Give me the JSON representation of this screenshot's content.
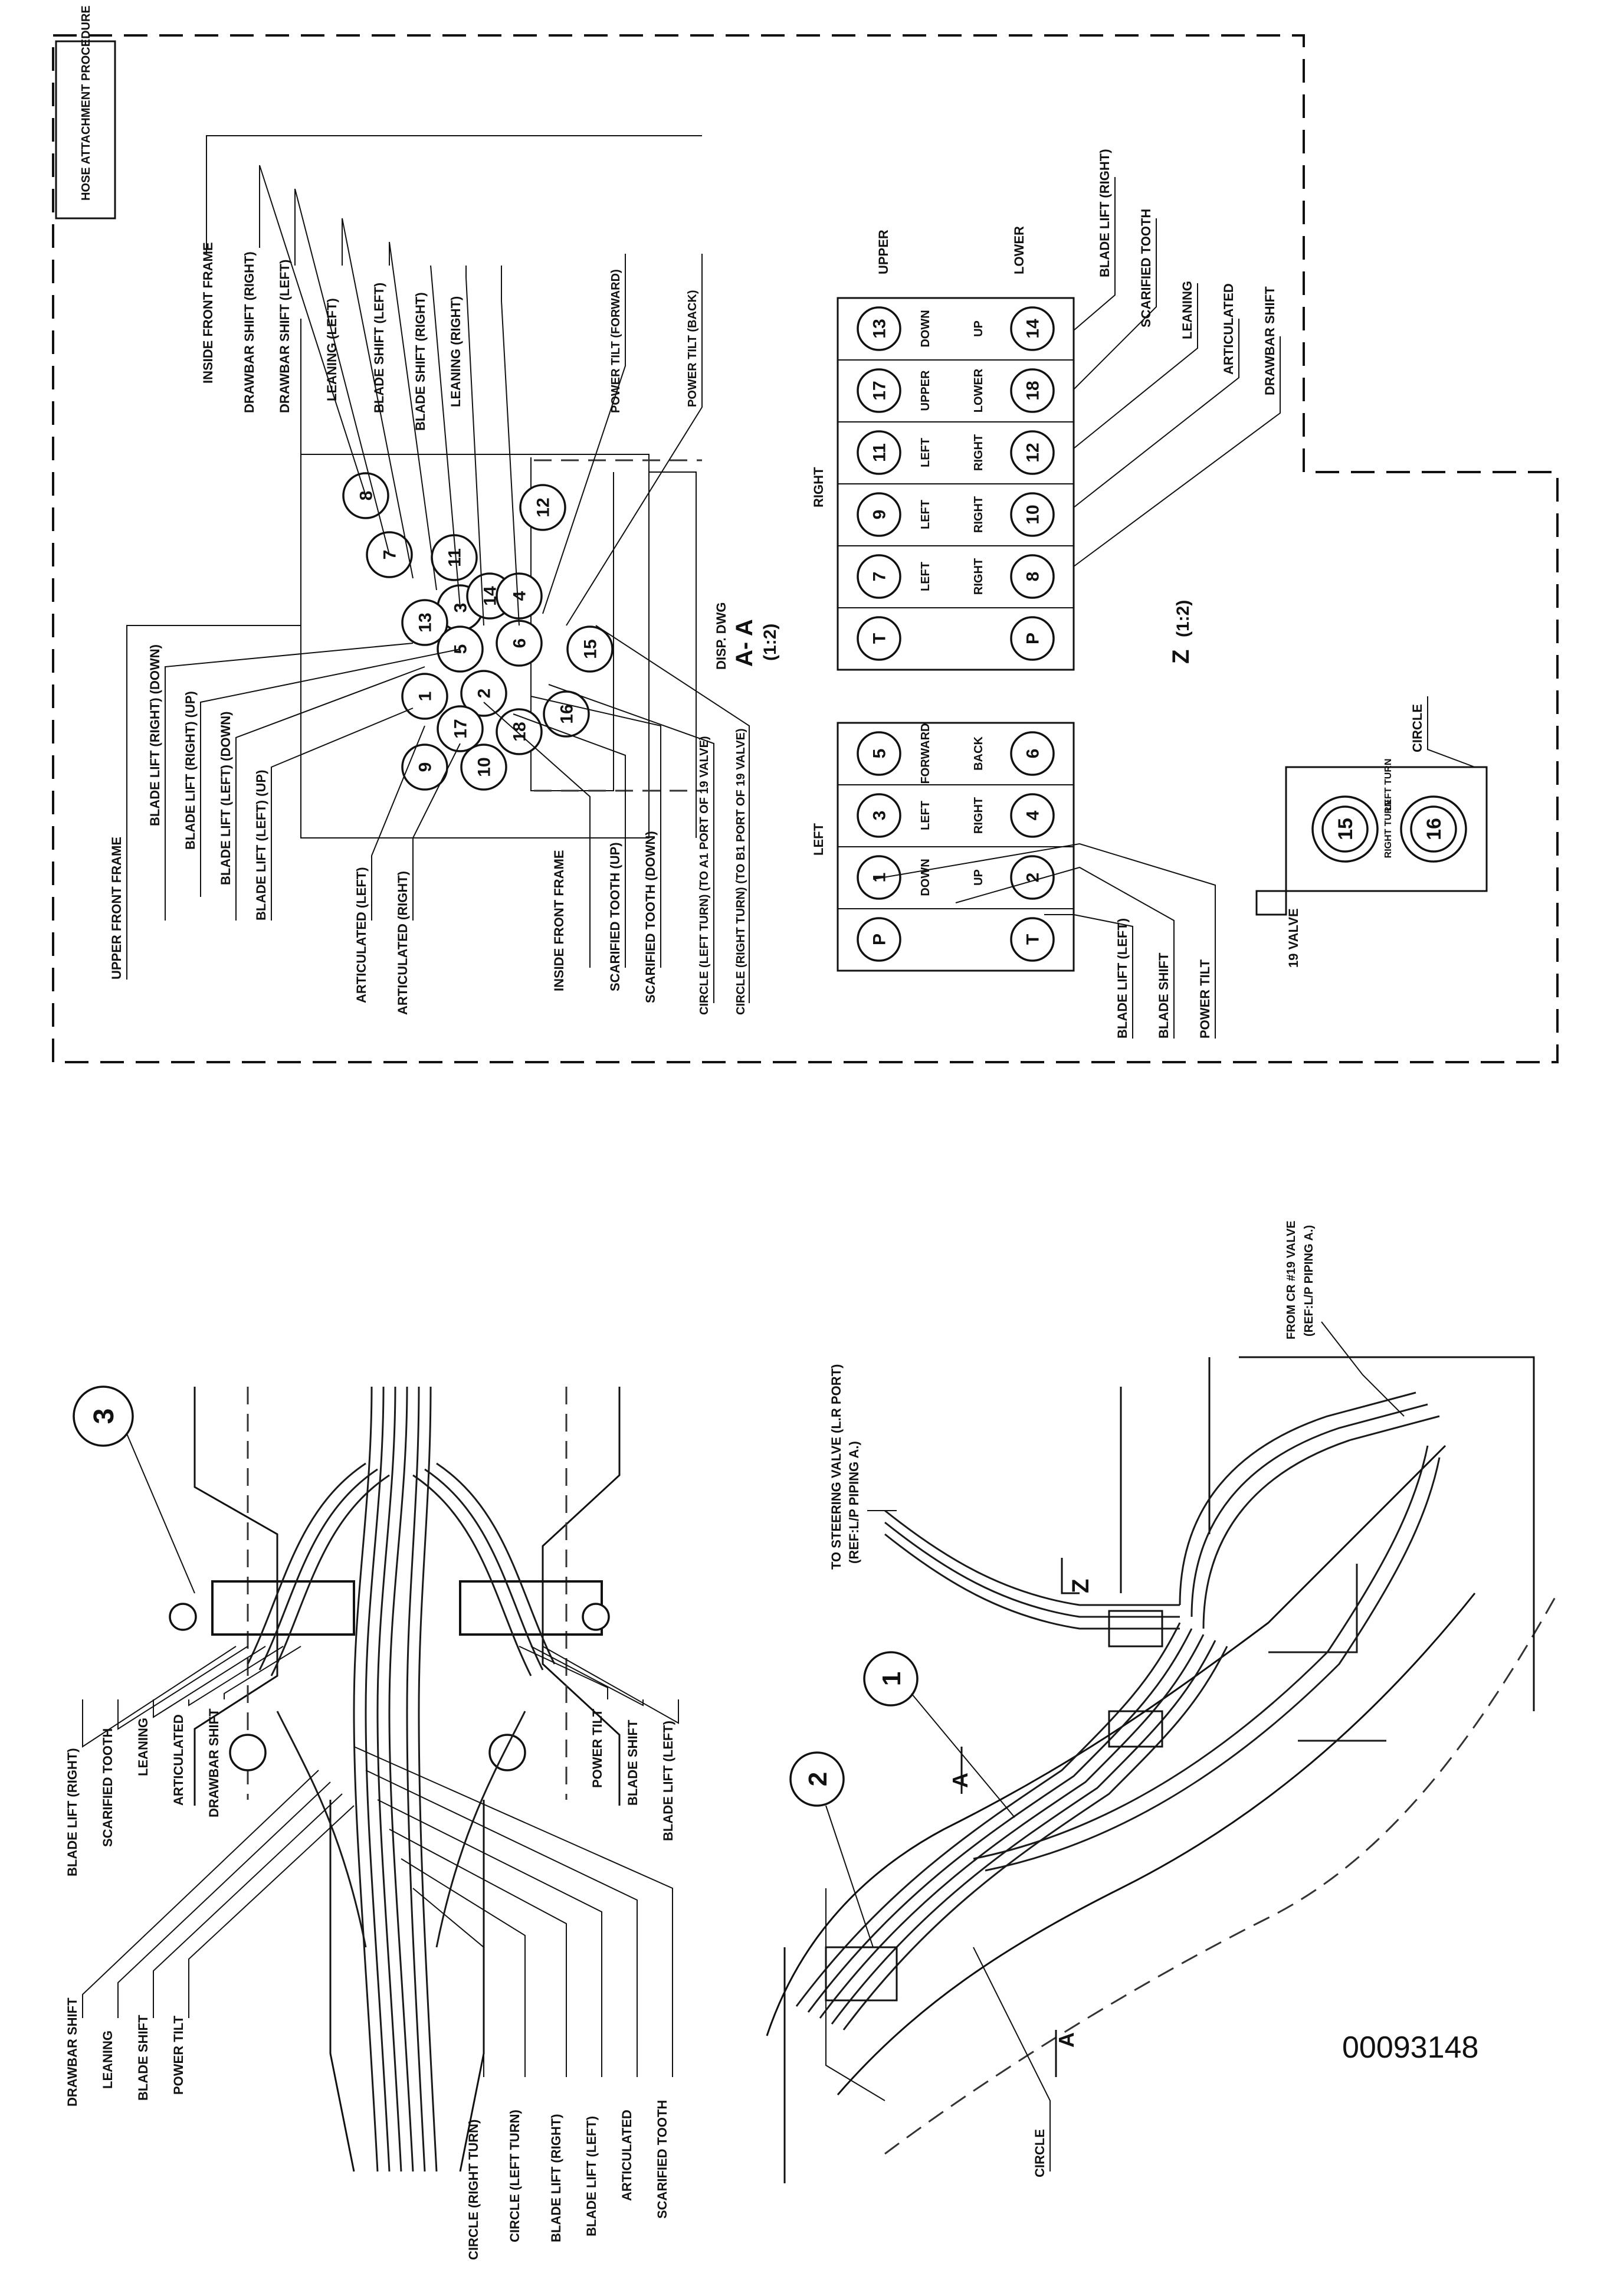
{
  "sheet": {
    "title_block": "HOSE ATTACHMENT PROCEDURE",
    "doc_id": "00093148"
  },
  "view_aa": {
    "caption": "A- A",
    "scale": "(1:2)",
    "disp_note": "DISP. DWG",
    "labels": {
      "upper_front_frame": "UPPER FRONT FRAME",
      "blade_lift_right_down": "BLADE LIFT (RIGHT) (DOWN)",
      "blade_lift_right_up": "BLADE LIFT (RIGHT) (UP)",
      "blade_lift_left_down": "BLADE LIFT (LEFT) (DOWN)",
      "blade_lift_left_up": "BLADE LIFT (LEFT) (UP)",
      "articulated_left": "ARTICULATED (LEFT)",
      "articulated_right": "ARTICULATED (RIGHT)",
      "inside_front_frame_1": "INSIDE FRONT FRAME",
      "scarified_tooth_up": "SCARIFIED TOOTH (UP)",
      "scarified_tooth_down": "SCARIFIED TOOTH (DOWN)",
      "circle_left_turn": "CIRCLE (LEFT TURN) (TO A1 PORT OF 19 VALVE)",
      "circle_right_turn": "CIRCLE (RIGHT TURN) (TO B1 PORT OF 19 VALVE)",
      "inside_front_frame_2": "INSIDE FRONT FRAME",
      "drawbar_shift_right": "DRAWBAR SHIFT (RIGHT)",
      "drawbar_shift_left": "DRAWBAR SHIFT (LEFT)",
      "leaning_left": "LEANING (LEFT)",
      "blade_shift_left": "BLADE SHIFT (LEFT)",
      "blade_shift_right": "BLADE SHIFT (RIGHT)",
      "leaning_right": "LEANING (RIGHT)",
      "power_tilt_forward": "POWER TILT (FORWARD)",
      "power_tilt_back": "POWER TILT (BACK)"
    }
  },
  "view_z": {
    "caption": "Z",
    "scale": "(1:2)",
    "left_title": "LEFT",
    "right_title": "RIGHT",
    "upper_label": "UPPER",
    "lower_label": "LOWER",
    "left_ports": {
      "c1_top": "P",
      "c1_bottom": "T",
      "c2_top": "1",
      "c2_top_label": "DOWN",
      "c2_bottom_label": "UP",
      "c2_bottom": "2",
      "c3_top": "3",
      "c3_top_label": "LEFT",
      "c3_bottom_label": "RIGHT",
      "c3_bottom": "4",
      "c4_top": "5",
      "c4_top_label": "FORWARD",
      "c4_bottom_label": "BACK",
      "c4_bottom": "6"
    },
    "right_ports": {
      "c1_top": "T",
      "c1_bottom": "P",
      "c2_top": "7",
      "c2_top_label": "LEFT",
      "c2_bottom_label": "RIGHT",
      "c2_bottom": "8",
      "c3_top": "9",
      "c3_top_label": "LEFT",
      "c3_bottom_label": "RIGHT",
      "c3_bottom": "10",
      "c4_top": "11",
      "c4_top_label": "LEFT",
      "c4_bottom_label": "RIGHT",
      "c4_bottom": "12",
      "c5_top": "17",
      "c5_top_label": "UPPER",
      "c5_bottom_label": "LOWER",
      "c5_bottom": "18",
      "c6_top": "13",
      "c6_top_label": "DOWN",
      "c6_bottom_label": "UP",
      "c6_bottom": "14"
    },
    "left_callouts": {
      "blade_lift_left": "BLADE LIFT (LEFT)",
      "blade_shift": "BLADE SHIFT",
      "power_tilt": "POWER TILT"
    },
    "right_callouts": {
      "blade_lift_right": "BLADE LIFT (RIGHT)",
      "scarified_tooth": "SCARIFIED TOOTH",
      "leaning": "LEANING",
      "articulated": "ARTICULATED",
      "drawbar_shift": "DRAWBAR SHIFT"
    }
  },
  "valve19": {
    "label": "19 VALVE",
    "port_15": "15",
    "port_15_label": "RIGHT TURN",
    "port_16": "16",
    "port_16_label": "LEFT TURN",
    "circle_label": "CIRCLE"
  },
  "top_view": {
    "callout": "3",
    "labels_top_right": {
      "blade_lift_right": "BLADE LIFT (RIGHT)",
      "scarified_tooth": "SCARIFIED TOOTH",
      "leaning": "LEANING",
      "articulated": "ARTICULATED",
      "drawbar_shift": "DRAWBAR SHIFT"
    },
    "labels_top_left": {
      "power_tilt": "POWER TILT",
      "blade_shift": "BLADE SHIFT",
      "blade_lift_left": "BLADE LIFT (LEFT)"
    },
    "labels_bottom_right": {
      "drawbar_shift": "DRAWBAR SHIFT",
      "leaning": "LEANING",
      "blade_shift": "BLADE SHIFT",
      "power_tilt": "POWER TILT"
    },
    "labels_bottom_left": {
      "circle_right_turn": "CIRCLE (RIGHT TURN)",
      "circle_left_turn": "CIRCLE (LEFT TURN)",
      "blade_lift_right": "BLADE LIFT (RIGHT)",
      "blade_lift_left": "BLADE LIFT (LEFT)",
      "articulated": "ARTICULATED",
      "scarified_tooth": "SCARIFIED TOOTH"
    }
  },
  "side_view": {
    "callout_1": "1",
    "callout_2": "2",
    "to_steering": "TO STEERING VALVE (L.R PORT)",
    "to_steering_ref": "(REF:L/P PIPING A.)",
    "from_cr": "FROM CR #19 VALVE",
    "from_cr_ref": "(REF:L/P PIPING A.)",
    "section_a": "A",
    "section_z": "Z",
    "circle_label": "CIRCLE"
  }
}
